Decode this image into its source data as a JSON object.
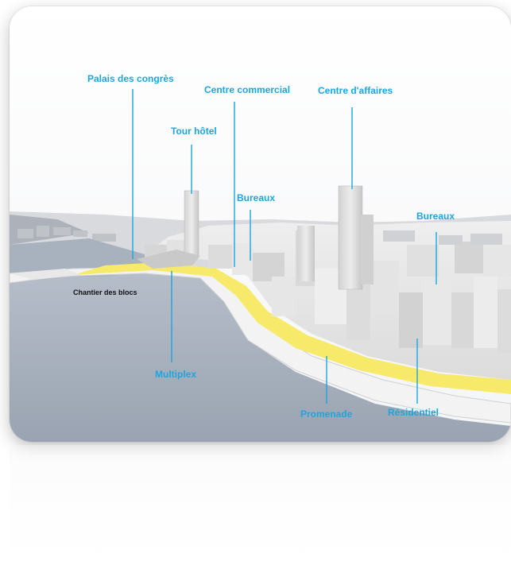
{
  "labels": {
    "palais_des_congres": "Palais des congrès",
    "centre_commercial": "Centre commercial",
    "centre_affaires": "Centre d'affaires",
    "tour_hotel": "Tour hôtel",
    "bureaux_left": "Bureaux",
    "bureaux_right": "Bureaux",
    "chantier_des_blocs": "Chantier des blocs",
    "multiplex": "Multiplex",
    "promenade": "Promenade",
    "residentiel": "Résidentiel"
  },
  "colors": {
    "label_accent": "#1ba6e0",
    "promenade_highlight": "#f7e96a",
    "water": "#a9b3c2",
    "buildings": "#e6e6e6"
  }
}
